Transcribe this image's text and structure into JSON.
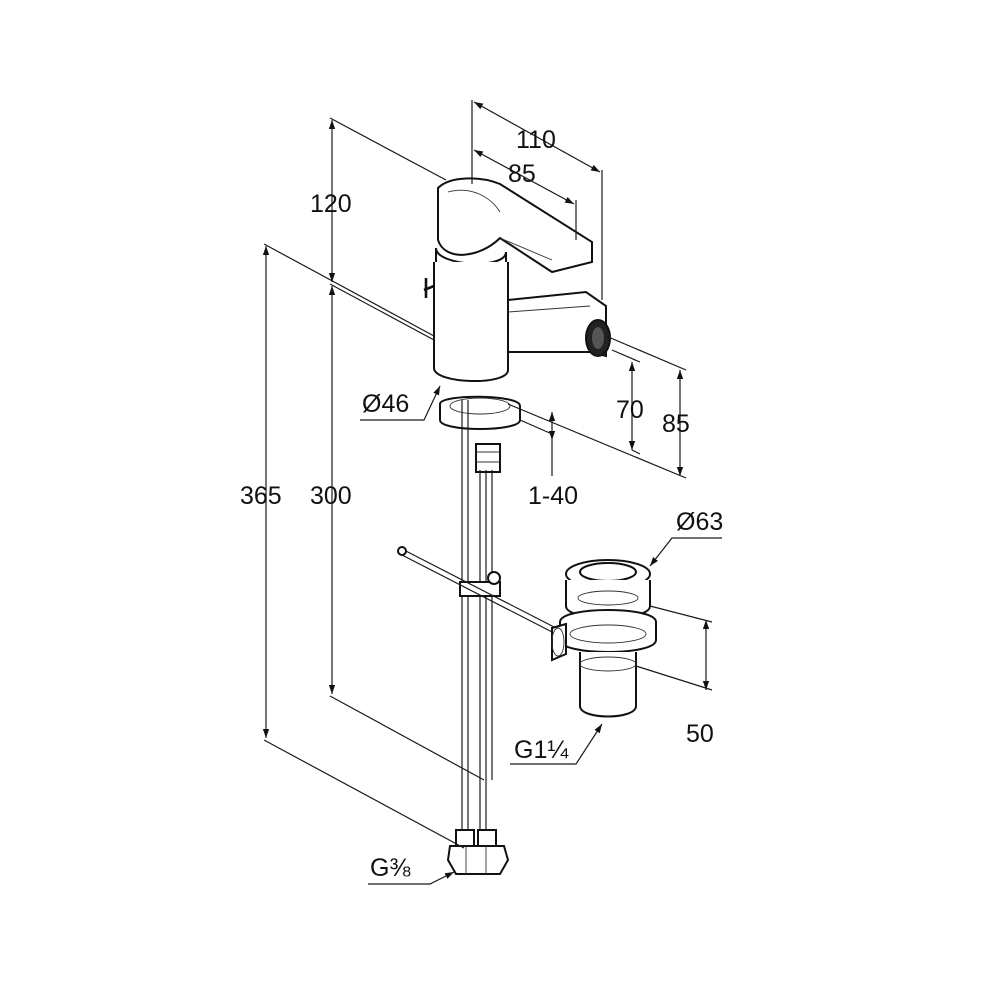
{
  "dimensions": {
    "width_total": "110",
    "width_spout": "85",
    "height_top": "120",
    "height_total": "365",
    "height_mid": "300",
    "spout_height_low": "70",
    "spout_height_high": "85",
    "base_diameter": "Ø46",
    "deck_thickness": "1-40",
    "waste_diameter": "Ø63",
    "waste_height": "50",
    "waste_thread": "G1¼",
    "hose_thread": "G⅜"
  },
  "colors": {
    "line": "#111111",
    "background": "#ffffff"
  }
}
